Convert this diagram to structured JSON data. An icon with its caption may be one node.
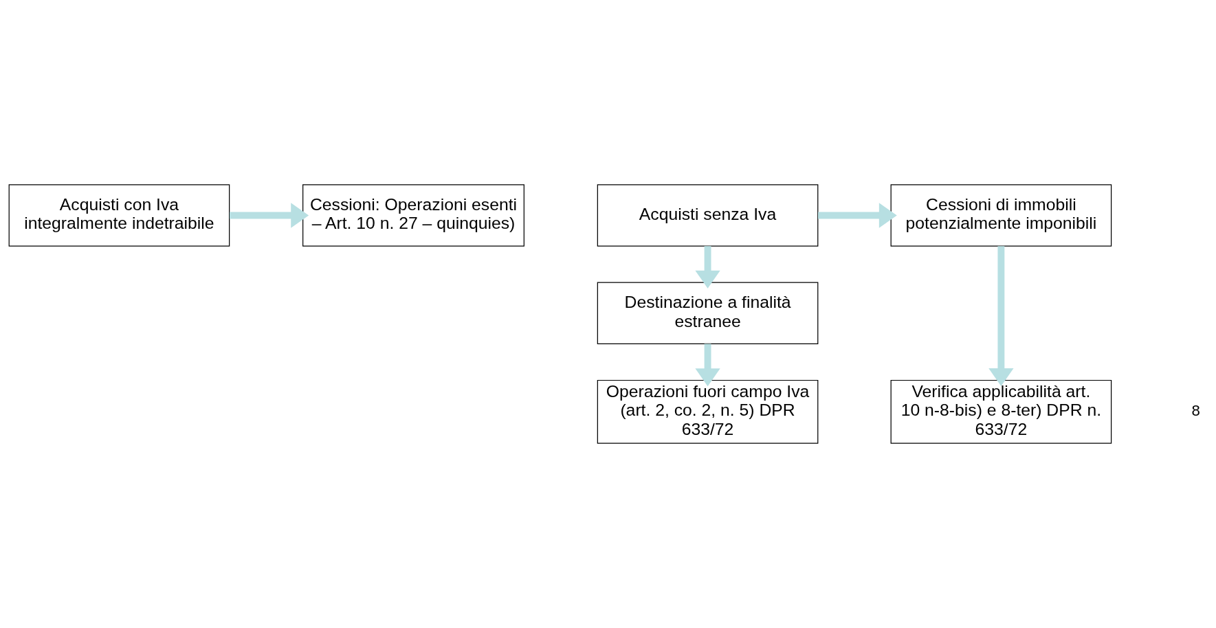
{
  "diagram": {
    "nodes": [
      {
        "text": [
          "Acquisti con Iva integralmente indetraibile"
        ]
      },
      {
        "text": [
          "Cessioni: Operazioni esenti – Art. 10 n. 27 – quinquies)"
        ]
      },
      {
        "text": [
          "Acquisti senza Iva"
        ]
      },
      {
        "text": [
          "Cessioni di immobili potenzialmente imponibili"
        ]
      },
      {
        "text": [
          "Destinazione a finalità estranee"
        ]
      },
      {
        "text": [
          "Verifica applicabilità art. 10 n-8-bis) e 8-ter) DPR n. 633/72"
        ]
      },
      {
        "text": [
          "Operazioni fuori campo Iva (art. 2, co. 2, n. 5) DPR 633/72"
        ]
      }
    ],
    "edges": [
      {
        "from": 0,
        "to": 1,
        "arrow": "to"
      },
      {
        "from": 2,
        "to": 3,
        "arrow": "to"
      },
      {
        "from": 2,
        "to": 4,
        "arrow": "to"
      },
      {
        "from": 3,
        "to": 5,
        "arrow": "to"
      },
      {
        "from": 4,
        "to": 6,
        "arrow": "to"
      }
    ],
    "labels": [
      "8"
    ]
  }
}
